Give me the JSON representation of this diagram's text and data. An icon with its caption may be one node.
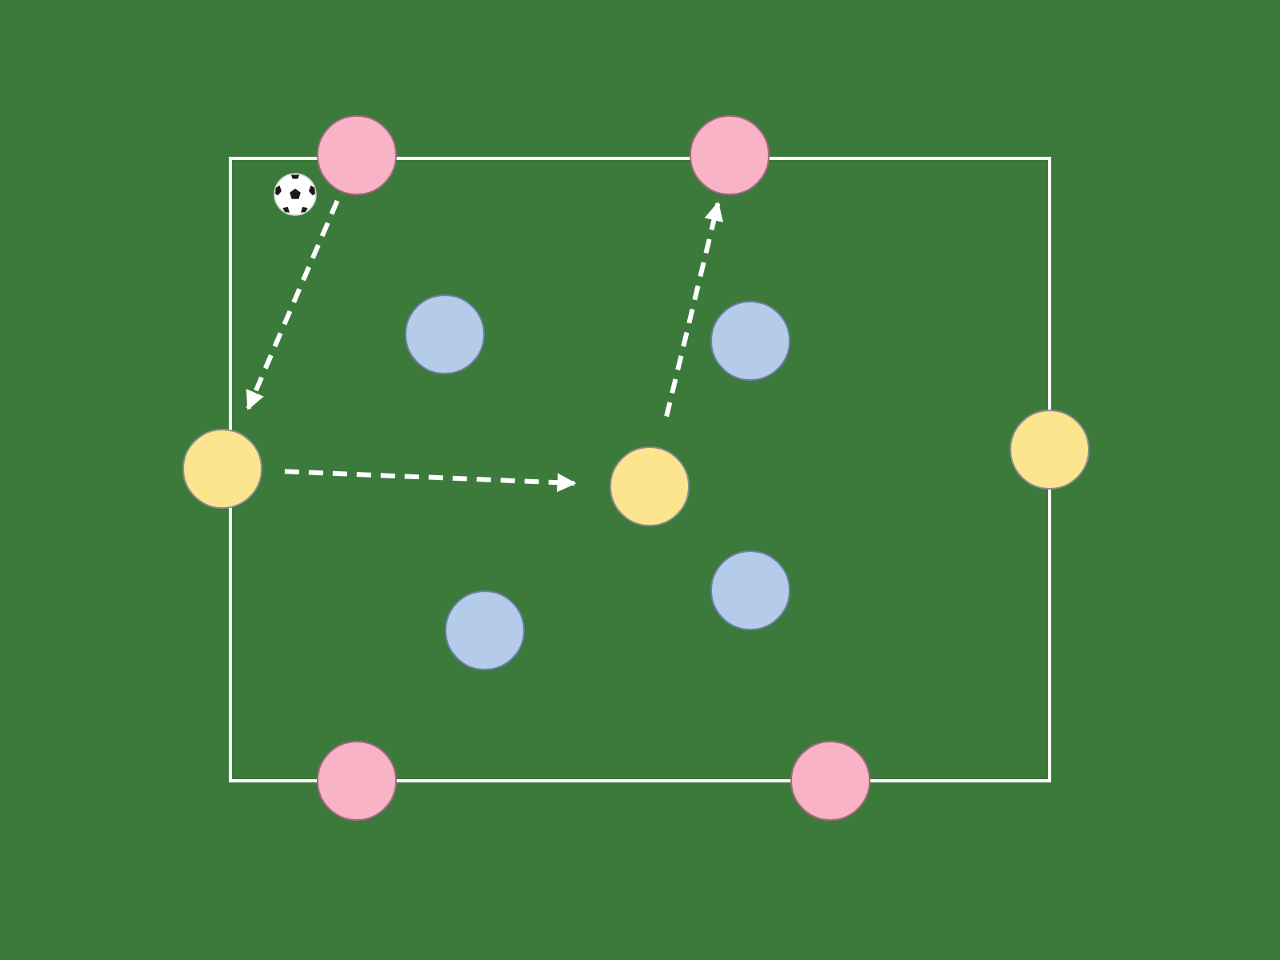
{
  "diagram": {
    "nodes": [
      {
        "text": [],
        "shape": "circle"
      },
      {
        "text": [],
        "shape": "circle"
      },
      {
        "text": [],
        "shape": "circle"
      },
      {
        "text": [],
        "shape": "circle"
      },
      {
        "text": [],
        "shape": "circle"
      },
      {
        "text": [],
        "shape": "circle"
      },
      {
        "text": [],
        "shape": "circle"
      },
      {
        "text": [],
        "shape": "circle"
      },
      {
        "text": [],
        "shape": "circle"
      },
      {
        "text": [],
        "shape": "circle"
      },
      {
        "text": [],
        "shape": "circle"
      }
    ],
    "edges": [
      {
        "from": 0,
        "to": 4,
        "arrow": "to",
        "style": "dashed"
      },
      {
        "from": 4,
        "to": 6,
        "arrow": "to",
        "style": "dashed"
      },
      {
        "from": 6,
        "to": 1,
        "arrow": "to",
        "style": "dashed"
      }
    ]
  }
}
